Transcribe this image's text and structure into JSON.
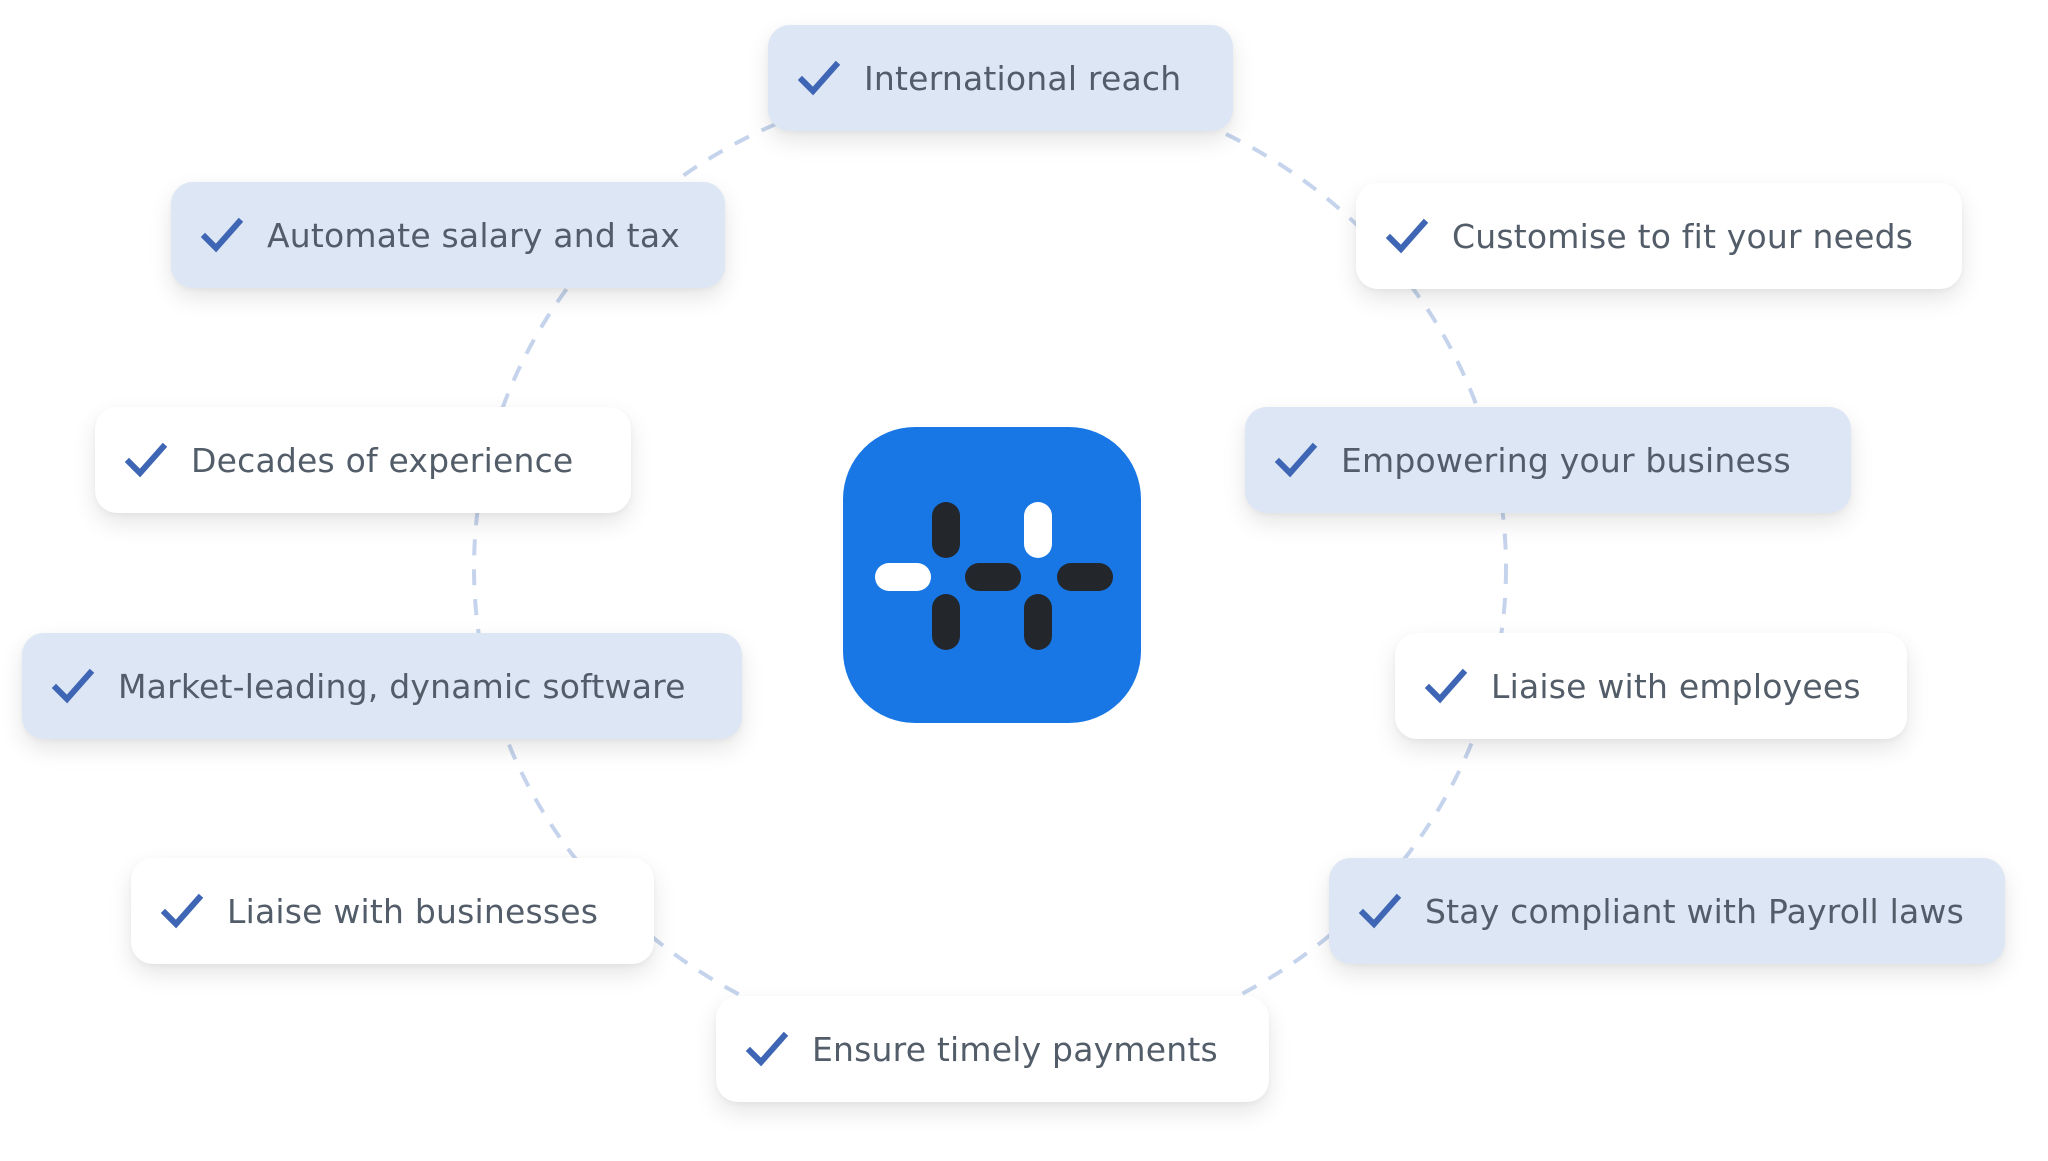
{
  "diagram": {
    "title": "",
    "center_logo": {
      "icon": "plus-grid-logo-icon",
      "bg_color": "#1877e4",
      "mark_dark": "#23272b",
      "mark_light": "#ffffff"
    },
    "connector": {
      "style": "dashed",
      "color": "#c5d4ec"
    },
    "colors": {
      "card_tint": "#dde6f4",
      "card_plain": "#ffffff",
      "text": "#525d69",
      "check": "#3f66b5"
    },
    "items": [
      {
        "label": "International reach",
        "icon": "checkmark-icon",
        "style": "tint"
      },
      {
        "label": "Customise to fit your needs",
        "icon": "checkmark-icon",
        "style": "plain"
      },
      {
        "label": "Empowering your business",
        "icon": "checkmark-icon",
        "style": "tint"
      },
      {
        "label": "Liaise with employees",
        "icon": "checkmark-icon",
        "style": "plain"
      },
      {
        "label": "Stay compliant with Payroll laws",
        "icon": "checkmark-icon",
        "style": "tint"
      },
      {
        "label": "Ensure timely payments",
        "icon": "checkmark-icon",
        "style": "plain"
      },
      {
        "label": "Liaise with businesses",
        "icon": "checkmark-icon",
        "style": "plain"
      },
      {
        "label": "Market-leading, dynamic software",
        "icon": "checkmark-icon",
        "style": "tint"
      },
      {
        "label": "Decades of experience",
        "icon": "checkmark-icon",
        "style": "plain"
      },
      {
        "label": "Automate salary and tax",
        "icon": "checkmark-icon",
        "style": "tint"
      }
    ]
  }
}
